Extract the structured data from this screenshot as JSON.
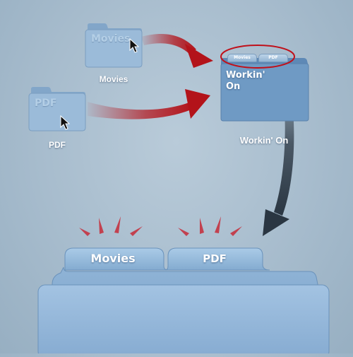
{
  "folders": {
    "movies": {
      "icon_text": "Movies",
      "caption": "Movies"
    },
    "pdf": {
      "icon_text": "PDF",
      "caption": "PDF"
    },
    "workin_on": {
      "icon_text_line1": "Workin'",
      "icon_text_line2": "On",
      "caption": "Workin' On",
      "mini_tabs": [
        "Movies",
        "PDF"
      ]
    }
  },
  "big_folder": {
    "tabs": [
      "Movies",
      "PDF"
    ]
  },
  "colors": {
    "arrow_red": "#b3131a",
    "arrow_dark": "#2a3642",
    "burst": "#c2414f",
    "highlight_ellipse": "#c0101a",
    "folder_blue": "#6f9ac4"
  },
  "icons": [
    "folder-icon",
    "cursor-arrow-icon",
    "curved-arrow-icon"
  ]
}
